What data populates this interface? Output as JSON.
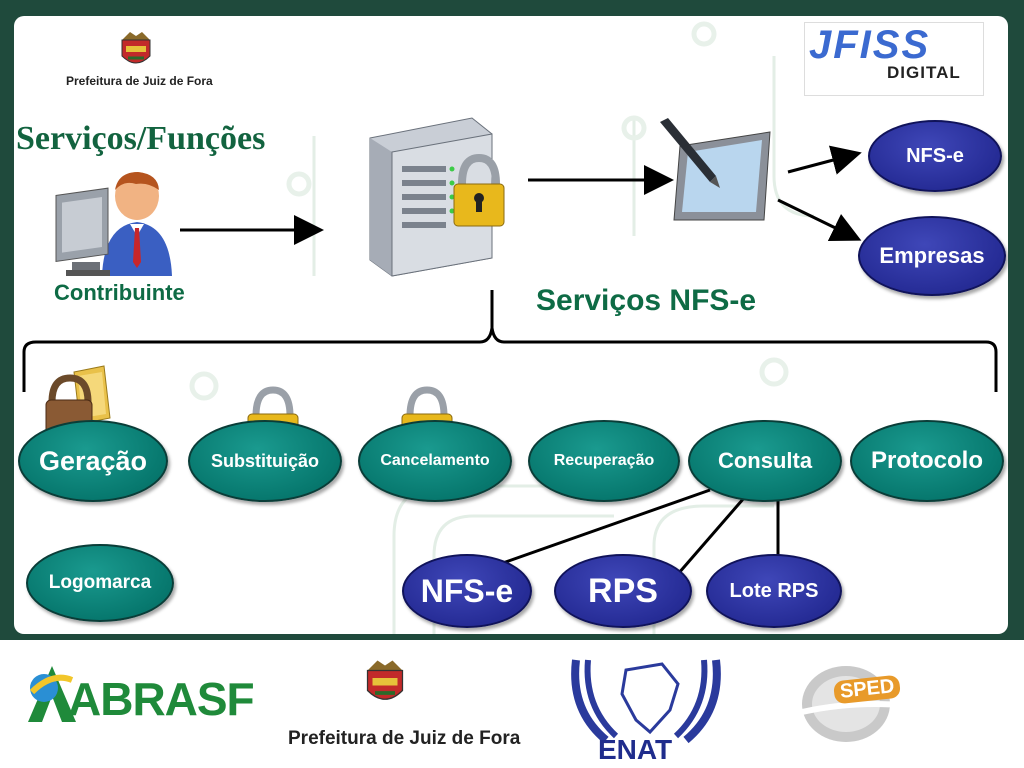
{
  "header": {
    "prefeitura_label": "Prefeitura de Juiz de Fora",
    "jfiss_logo_text": "JFISS",
    "jfiss_logo_sub": "DIGITAL"
  },
  "diagram": {
    "title": "Serviços/Funções",
    "contribuinte_label": "Contribuinte",
    "servicos_label": "Serviços NFS-e",
    "outputs": [
      "NFS-e",
      "Empresas"
    ],
    "services": [
      "Geração",
      "Substituição",
      "Cancelamento",
      "Recuperação",
      "Consulta",
      "Protocolo"
    ],
    "logomarca": "Logomarca",
    "consulta_children": [
      "NFS-e",
      "RPS",
      "Lote RPS"
    ]
  },
  "footer": {
    "abrasf": "ABRASF",
    "prefeitura_label": "Prefeitura de Juiz de Fora",
    "enat": "ENAT",
    "sped": "SPED"
  },
  "colors": {
    "frame": "#1f4a3c",
    "teal": "#07786e",
    "navy": "#262c96",
    "green_text": "#0e6b45"
  }
}
